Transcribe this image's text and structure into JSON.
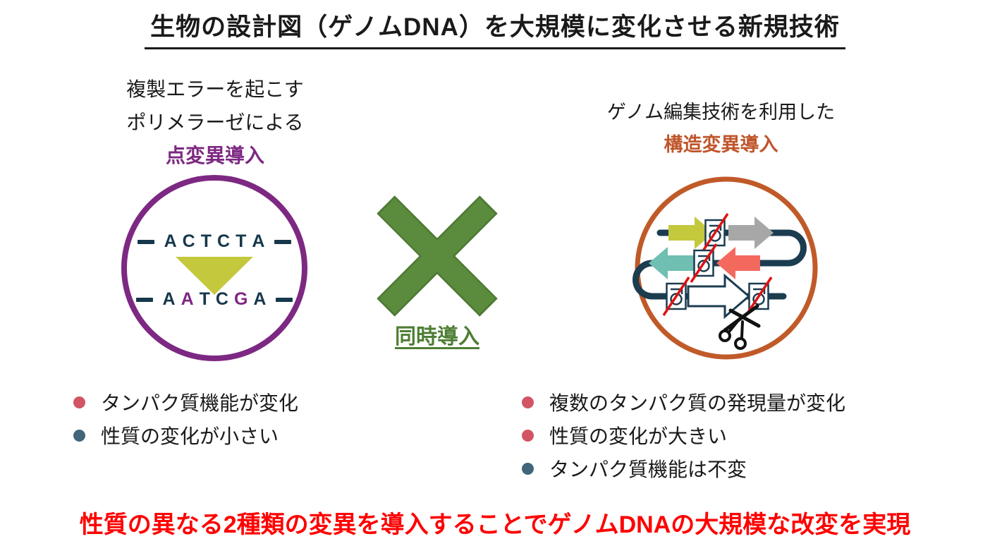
{
  "title": "生物の設計図（ゲノムDNA）を大規模に変化させる新規技術",
  "left_panel": {
    "heading_line1": "複製エラーを起こす",
    "heading_line2": "ポリメラーゼによる",
    "heading_emphasis": "点変異導入",
    "emphasis_color": "#7d2882",
    "circle_color": "#7d2882",
    "strand_color": "#16384c",
    "triangle_color": "#c4c83c",
    "seq_top": [
      {
        "ch": "A",
        "color": "#16384c"
      },
      {
        "ch": "C",
        "color": "#16384c"
      },
      {
        "ch": "T",
        "color": "#16384c"
      },
      {
        "ch": "C",
        "color": "#16384c"
      },
      {
        "ch": "T",
        "color": "#16384c"
      },
      {
        "ch": "A",
        "color": "#16384c"
      }
    ],
    "seq_bottom": [
      {
        "ch": "A",
        "color": "#16384c"
      },
      {
        "ch": "A",
        "color": "#7d2882"
      },
      {
        "ch": "T",
        "color": "#16384c"
      },
      {
        "ch": "C",
        "color": "#16384c"
      },
      {
        "ch": "G",
        "color": "#7d2882"
      },
      {
        "ch": "A",
        "color": "#16384c"
      }
    ],
    "bullets": [
      {
        "text": "タンパク質機能が変化",
        "color": "#d25565"
      },
      {
        "text": "性質の変化が小さい",
        "color": "#41657a"
      }
    ]
  },
  "center": {
    "cross_color": "#5b8b3d",
    "cross_edge_color": "#4d7a33",
    "label": "同時導入",
    "label_color": "#4e7e34"
  },
  "right_panel": {
    "heading_line1": "ゲノム編集技術を利用した",
    "heading_emphasis": "構造変異導入",
    "emphasis_color": "#c0552b",
    "circle_color": "#c05a28",
    "diagram": {
      "strand_color": "#1c3c50",
      "slash_color": "#e01010",
      "gene_arrow_yellow": "#c4c83c",
      "gene_arrow_gray": "#a7a7a7",
      "gene_arrow_teal": "#6fbfb2",
      "gene_arrow_red": "#f4695e",
      "gene_arrow_white": "#ffffff",
      "scissors_color": "#111111"
    },
    "bullets": [
      {
        "text": "複数のタンパク質の発現量が変化",
        "color": "#d25565"
      },
      {
        "text": "性質の変化が大きい",
        "color": "#d25565"
      },
      {
        "text": "タンパク質機能は不変",
        "color": "#41657a"
      }
    ]
  },
  "footer": {
    "text": "性質の異なる2種類の変異を導入することでゲノムDNAの大規模な改変を実現",
    "color": "#fe0000"
  }
}
